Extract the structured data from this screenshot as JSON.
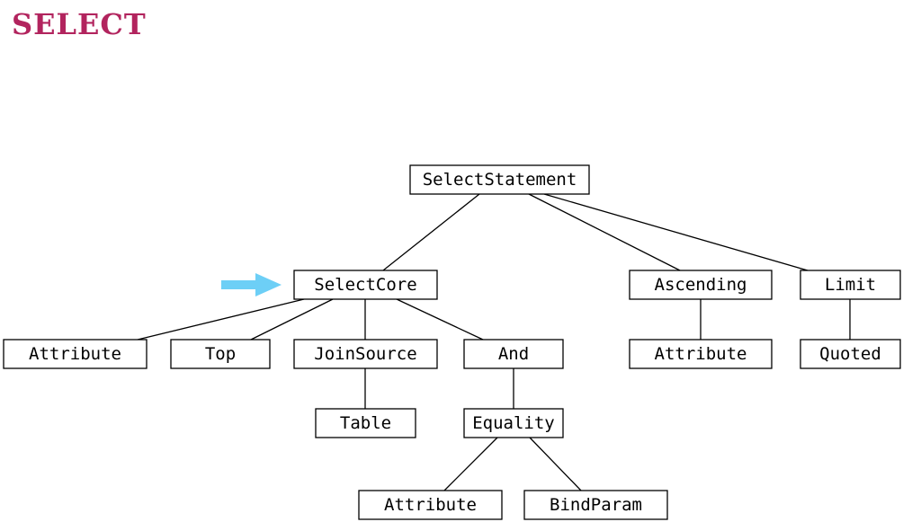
{
  "title": "SELECT",
  "colors": {
    "title": "#b2245e",
    "arrow": "#6dcff6",
    "box_stroke": "#000000",
    "box_fill": "#ffffff"
  },
  "tree": {
    "select_statement": "SelectStatement",
    "select_core": "SelectCore",
    "ascending": "Ascending",
    "limit": "Limit",
    "core_attribute": "Attribute",
    "top": "Top",
    "join_source": "JoinSource",
    "and": "And",
    "ascending_attribute": "Attribute",
    "quoted": "Quoted",
    "table": "Table",
    "equality": "Equality",
    "equality_attribute": "Attribute",
    "bind_param": "BindParam"
  },
  "pointer_icon": "right-arrow-icon"
}
